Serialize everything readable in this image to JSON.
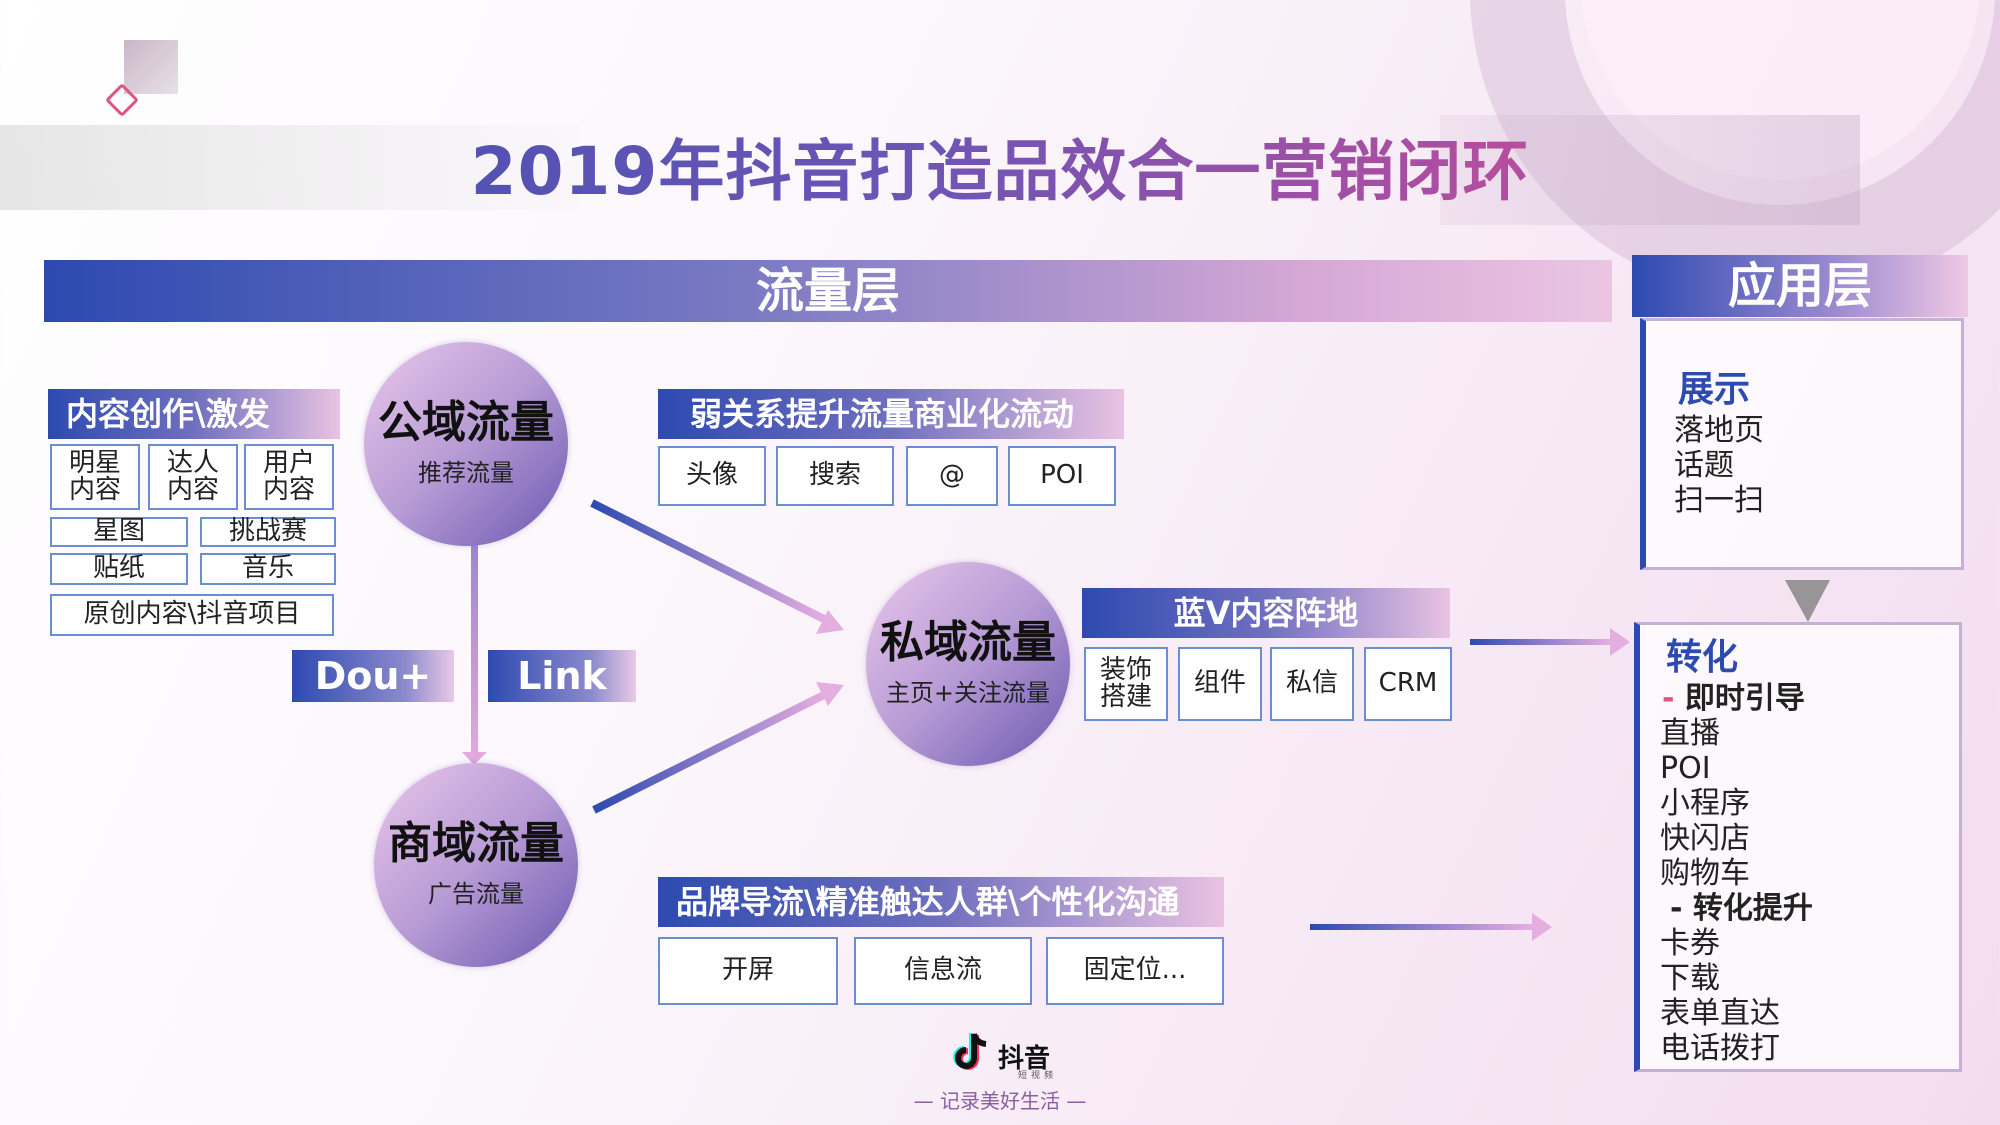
{
  "title": "2019年抖音打造品效合一营销闭环",
  "flow_layer": "流量层",
  "app_layer": "应用层",
  "content": {
    "header": "内容创作\\激发",
    "cells": [
      "明星\n内容",
      "达人\n内容",
      "用户\n内容",
      "星图",
      "挑战赛",
      "贴纸",
      "音乐",
      "原创内容\\抖音项目"
    ]
  },
  "public_traffic": {
    "title": "公域流量",
    "subtitle": "推荐流量"
  },
  "private_traffic": {
    "title": "私域流量",
    "subtitle": "主页+关注流量"
  },
  "commerce_traffic": {
    "title": "商域流量",
    "subtitle": "广告流量"
  },
  "pills": {
    "dou": "Dou+",
    "link": "Link"
  },
  "weak_relation": {
    "header": "弱关系提升流量商业化流动",
    "items": [
      "头像",
      "搜索",
      "@",
      "POI"
    ]
  },
  "bluev": {
    "header": "蓝V内容阵地",
    "items": [
      "装饰\n搭建",
      "组件",
      "私信",
      "CRM"
    ]
  },
  "brand": {
    "header": "品牌导流\\精准触达人群\\个性化沟通",
    "items": [
      "开屏",
      "信息流",
      "固定位..."
    ]
  },
  "display_panel": {
    "header": "展示",
    "items": [
      "落地页",
      "话题",
      "扫一扫"
    ]
  },
  "convert_panel": {
    "header": "转化",
    "sub1_prefix": "- ",
    "sub1": "即时引导",
    "items1": [
      "直播",
      "POI",
      "小程序",
      "快闪店",
      "购物车"
    ],
    "sub2_prefix": "- ",
    "sub2": "转化提升",
    "items2": [
      "卡券",
      "下载",
      "表单直达",
      "电话拨打"
    ]
  },
  "logo": {
    "name": "抖音",
    "sub": "短视频",
    "slogan": "— 记录美好生活 —"
  },
  "colors": {
    "primary": "#2d4ab0",
    "accent": "#d8599f",
    "arrow": "#7a6cc4"
  }
}
